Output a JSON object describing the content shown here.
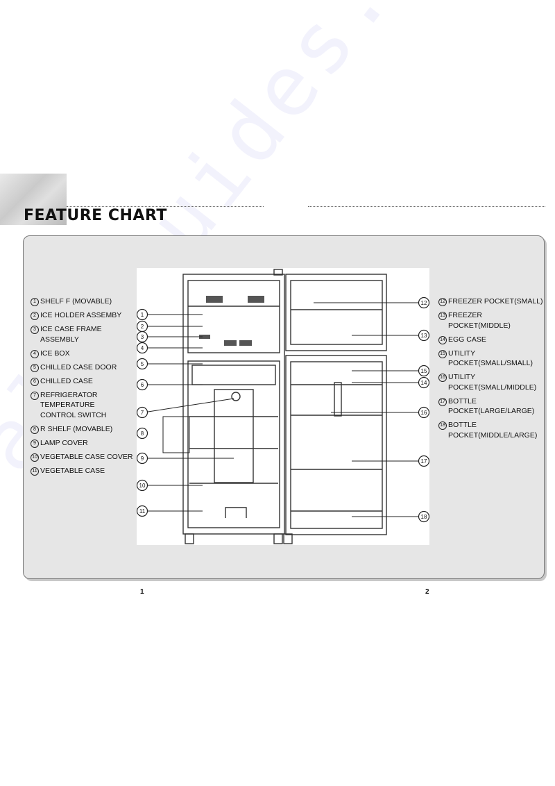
{
  "header": {
    "title": "FEATURE CHART"
  },
  "watermark": "all-guides.com",
  "left_legend": [
    {
      "num": "1",
      "text": "SHELF F (MOVABLE)"
    },
    {
      "num": "2",
      "text": "ICE HOLDER ASSEMBY"
    },
    {
      "num": "3",
      "text": "ICE CASE FRAME\nASSEMBLY"
    },
    {
      "num": "4",
      "text": "ICE BOX"
    },
    {
      "num": "5",
      "text": "CHILLED CASE DOOR"
    },
    {
      "num": "6",
      "text": "CHILLED CASE"
    },
    {
      "num": "7",
      "text": "REFRIGERATOR\nTEMPERATURE\nCONTROL SWITCH"
    },
    {
      "num": "8",
      "text": "R SHELF (MOVABLE)"
    },
    {
      "num": "9",
      "text": "LAMP COVER"
    },
    {
      "num": "10",
      "text": "VEGETABLE CASE COVER"
    },
    {
      "num": "11",
      "text": "VEGETABLE CASE"
    }
  ],
  "right_legend": [
    {
      "num": "12",
      "text": "FREEZER POCKET(SMALL)"
    },
    {
      "num": "13",
      "text": "FREEZER\nPOCKET(MIDDLE)"
    },
    {
      "num": "14",
      "text": "EGG CASE"
    },
    {
      "num": "15",
      "text": "UTILITY\nPOCKET(SMALL/SMALL)"
    },
    {
      "num": "16",
      "text": "UTILITY\nPOCKET(SMALL/MIDDLE)"
    },
    {
      "num": "17",
      "text": "BOTTLE\nPOCKET(LARGE/LARGE)"
    },
    {
      "num": "18",
      "text": "BOTTLE\nPOCKET(MIDDLE/LARGE)"
    }
  ],
  "callouts": {
    "left": [
      "1",
      "2",
      "3",
      "4",
      "5",
      "6",
      "7",
      "8",
      "9",
      "10",
      "11"
    ],
    "right": [
      "12",
      "13",
      "14",
      "15",
      "16",
      "17",
      "18"
    ]
  },
  "footer": {
    "page_left": "1",
    "page_right": "2"
  }
}
